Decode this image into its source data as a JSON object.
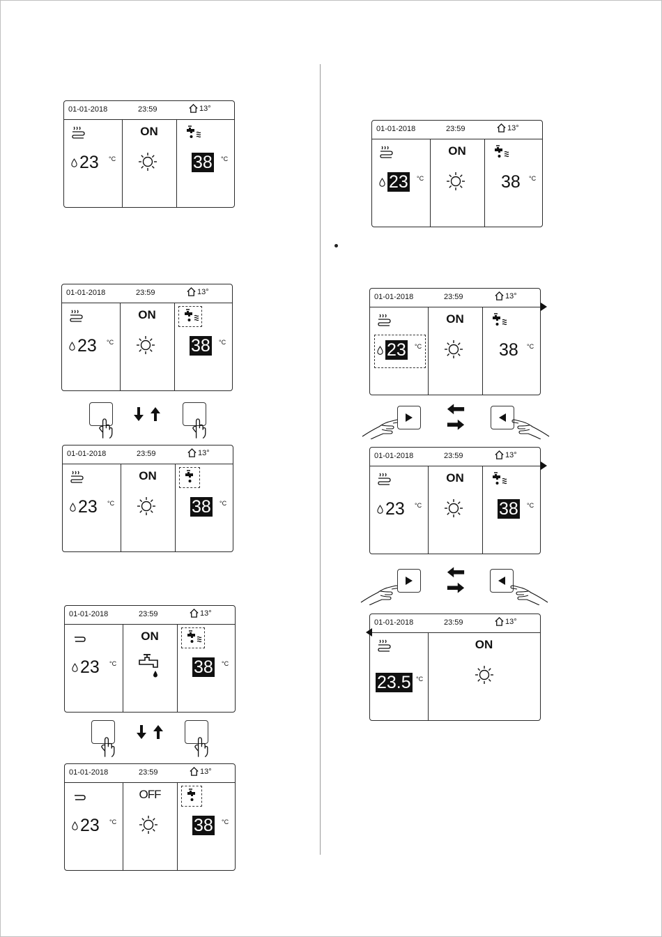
{
  "common": {
    "date": "01-01-2018",
    "time": "23:59",
    "outdoor": "13°",
    "unit": "°C",
    "on": "ON",
    "off": "OFF"
  },
  "screens": [
    {
      "id": "s1",
      "zone": "23",
      "dhw": "38"
    },
    {
      "id": "s2",
      "zone": "23",
      "dhw": "38"
    },
    {
      "id": "s3",
      "zone": "23",
      "dhw": "38"
    },
    {
      "id": "s4",
      "zone": "23",
      "dhw": "38"
    },
    {
      "id": "s5",
      "zone": "23",
      "dhw": "38"
    },
    {
      "id": "s6",
      "zone": "23",
      "dhw": "38"
    },
    {
      "id": "s7",
      "zone": "23",
      "dhw": "38"
    },
    {
      "id": "s8",
      "zone": "23",
      "dhw": "38"
    },
    {
      "id": "s9",
      "zone": "23.5"
    }
  ]
}
